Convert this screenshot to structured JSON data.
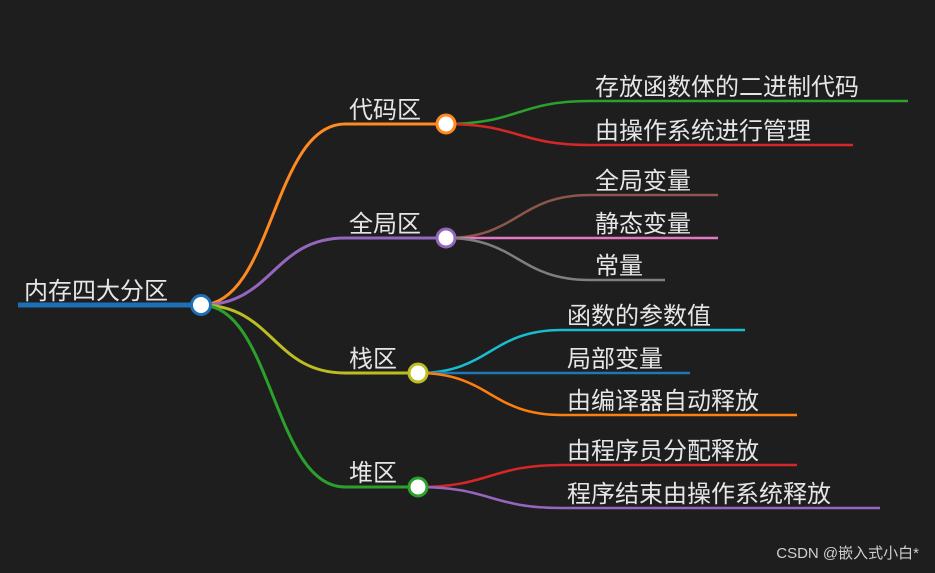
{
  "root": {
    "label": "内存四大分区",
    "color": "#1f6fb5"
  },
  "branches": [
    {
      "label": "代码区",
      "color": "#ff8a1f",
      "leaves": [
        {
          "label": "存放函数体的二进制代码",
          "color": "#2ca02c"
        },
        {
          "label": "由操作系统进行管理",
          "color": "#d62728"
        }
      ]
    },
    {
      "label": "全局区",
      "color": "#9467bd",
      "leaves": [
        {
          "label": "全局变量",
          "color": "#8c564b"
        },
        {
          "label": "静态变量",
          "color": "#e377c2"
        },
        {
          "label": "常量",
          "color": "#7f7f7f"
        }
      ]
    },
    {
      "label": "栈区",
      "color": "#bcbd22",
      "leaves": [
        {
          "label": "函数的参数值",
          "color": "#17becf"
        },
        {
          "label": "局部变量",
          "color": "#1f77b4"
        },
        {
          "label": "由编译器自动释放",
          "color": "#ff7f0e"
        }
      ]
    },
    {
      "label": "堆区",
      "color": "#2ca02c",
      "leaves": [
        {
          "label": "由程序员分配释放",
          "color": "#d62728"
        },
        {
          "label": "程序结束由操作系统释放",
          "color": "#9467bd"
        }
      ]
    }
  ],
  "watermark": "CSDN @嵌入式小白*"
}
